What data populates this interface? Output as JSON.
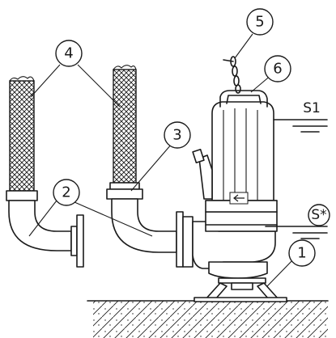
{
  "callouts": {
    "c1": "1",
    "c2": "2",
    "c3": "3",
    "c4": "4",
    "c5": "5",
    "c6": "6"
  },
  "levels": {
    "s1": "S1",
    "s_star": "S*"
  },
  "colors": {
    "stroke": "#1a1a1a",
    "background": "#ffffff"
  }
}
